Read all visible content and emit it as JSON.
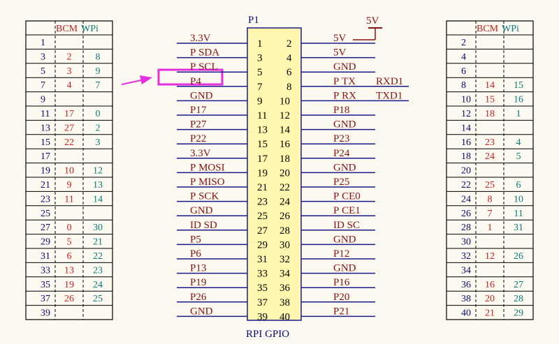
{
  "header": {
    "part": "P1",
    "footer": "RPI GPIO",
    "power_symbol": "5V"
  },
  "colors": {
    "wire": "#1a1a8a",
    "label": "#8b1010",
    "connector_fill": "#fff7b0",
    "highlight": "#e62fe0",
    "bcm": "#c81e1e",
    "wpi": "#0d7a7a"
  },
  "left_labels": [
    "3.3V",
    "P_SDA",
    "P_SCL",
    "P4",
    "GND",
    "P17",
    "P27",
    "P22",
    "3.3V",
    "P_MOSI",
    "P_MISO",
    "P_SCK",
    "GND",
    "ID_SD",
    "P5",
    "P6",
    "P13",
    "P19",
    "P26",
    "GND"
  ],
  "right_labels": [
    "5V",
    "5V",
    "GND",
    "P_TX",
    "P_RX",
    "P18",
    "GND",
    "P23",
    "P24",
    "GND",
    "P25",
    "P_CE0",
    "P_CE1",
    "ID_SC",
    "GND",
    "P12",
    "GND",
    "P16",
    "P20",
    "P21"
  ],
  "right_extra": {
    "tx": "RXD1",
    "rx": "TXD1"
  },
  "left_pins": [
    "1",
    "3",
    "5",
    "7",
    "9",
    "11",
    "13",
    "15",
    "17",
    "19",
    "21",
    "23",
    "25",
    "27",
    "29",
    "31",
    "33",
    "35",
    "37",
    "39"
  ],
  "right_pins": [
    "2",
    "4",
    "6",
    "8",
    "10",
    "12",
    "14",
    "16",
    "18",
    "20",
    "22",
    "24",
    "26",
    "28",
    "30",
    "32",
    "34",
    "36",
    "38",
    "40"
  ],
  "tables": {
    "header_bcm": "BCM",
    "header_wpi": "WPi",
    "left": [
      {
        "pin": "1",
        "bcm": "",
        "wpi": ""
      },
      {
        "pin": "3",
        "bcm": "2",
        "wpi": "8"
      },
      {
        "pin": "5",
        "bcm": "3",
        "wpi": "9"
      },
      {
        "pin": "7",
        "bcm": "4",
        "wpi": "7"
      },
      {
        "pin": "9",
        "bcm": "",
        "wpi": ""
      },
      {
        "pin": "11",
        "bcm": "17",
        "wpi": "0"
      },
      {
        "pin": "13",
        "bcm": "27",
        "wpi": "2"
      },
      {
        "pin": "15",
        "bcm": "22",
        "wpi": "3"
      },
      {
        "pin": "17",
        "bcm": "",
        "wpi": ""
      },
      {
        "pin": "19",
        "bcm": "10",
        "wpi": "12"
      },
      {
        "pin": "21",
        "bcm": "9",
        "wpi": "13"
      },
      {
        "pin": "23",
        "bcm": "11",
        "wpi": "14"
      },
      {
        "pin": "25",
        "bcm": "",
        "wpi": ""
      },
      {
        "pin": "27",
        "bcm": "0",
        "wpi": "30"
      },
      {
        "pin": "29",
        "bcm": "5",
        "wpi": "21"
      },
      {
        "pin": "31",
        "bcm": "6",
        "wpi": "22"
      },
      {
        "pin": "33",
        "bcm": "13",
        "wpi": "23"
      },
      {
        "pin": "35",
        "bcm": "19",
        "wpi": "24"
      },
      {
        "pin": "37",
        "bcm": "26",
        "wpi": "25"
      },
      {
        "pin": "39",
        "bcm": "",
        "wpi": ""
      }
    ],
    "right": [
      {
        "pin": "2",
        "bcm": "",
        "wpi": ""
      },
      {
        "pin": "4",
        "bcm": "",
        "wpi": ""
      },
      {
        "pin": "6",
        "bcm": "",
        "wpi": ""
      },
      {
        "pin": "8",
        "bcm": "14",
        "wpi": "15"
      },
      {
        "pin": "10",
        "bcm": "15",
        "wpi": "16"
      },
      {
        "pin": "12",
        "bcm": "18",
        "wpi": "1"
      },
      {
        "pin": "14",
        "bcm": "",
        "wpi": ""
      },
      {
        "pin": "16",
        "bcm": "23",
        "wpi": "4"
      },
      {
        "pin": "18",
        "bcm": "24",
        "wpi": "5"
      },
      {
        "pin": "20",
        "bcm": "",
        "wpi": ""
      },
      {
        "pin": "22",
        "bcm": "25",
        "wpi": "6"
      },
      {
        "pin": "24",
        "bcm": "8",
        "wpi": "10"
      },
      {
        "pin": "26",
        "bcm": "7",
        "wpi": "11"
      },
      {
        "pin": "28",
        "bcm": "1",
        "wpi": "31"
      },
      {
        "pin": "30",
        "bcm": "",
        "wpi": ""
      },
      {
        "pin": "32",
        "bcm": "12",
        "wpi": "26"
      },
      {
        "pin": "34",
        "bcm": "",
        "wpi": ""
      },
      {
        "pin": "36",
        "bcm": "16",
        "wpi": "27"
      },
      {
        "pin": "38",
        "bcm": "20",
        "wpi": "28"
      },
      {
        "pin": "40",
        "bcm": "21",
        "wpi": "29"
      }
    ]
  }
}
